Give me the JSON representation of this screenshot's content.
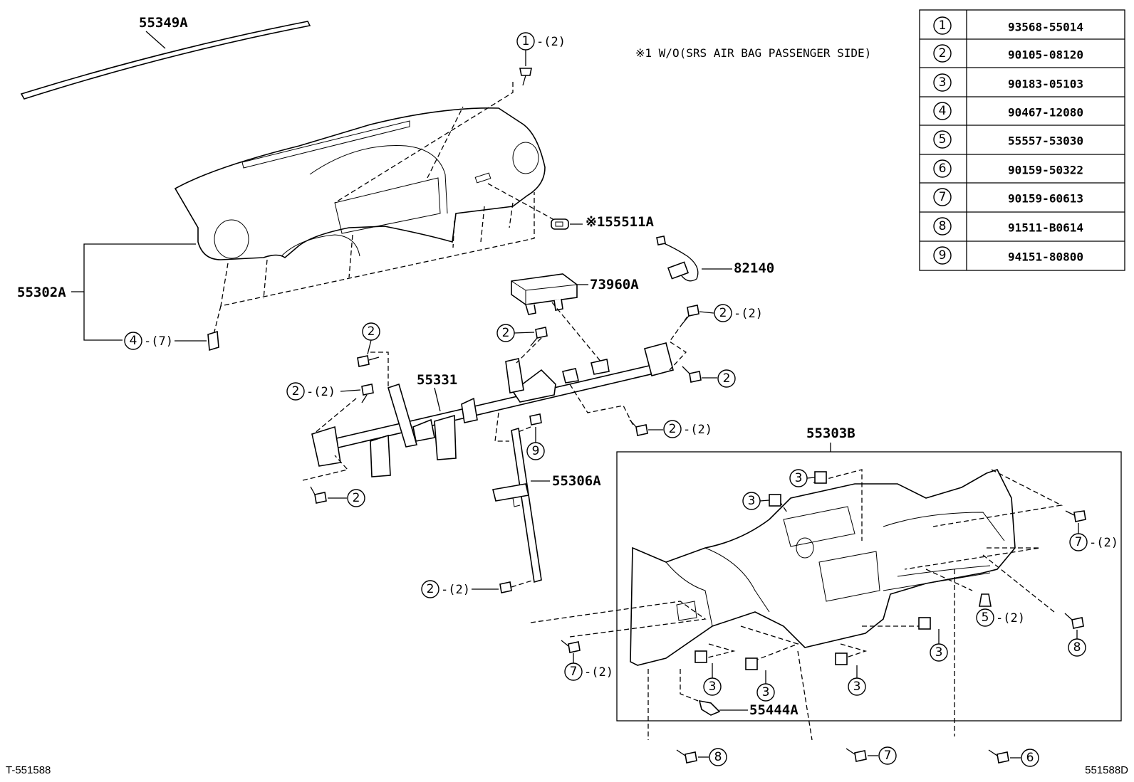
{
  "note": "※1 W/O(SRS AIR BAG PASSENGER SIDE)",
  "parts": {
    "p55349A": "55349A",
    "p55302A": "55302A",
    "p55511A": "※155511A",
    "p82140": "82140",
    "p73960A": "73960A",
    "p55331": "55331",
    "p55306A": "55306A",
    "p55303B": "55303B",
    "p55444A": "55444A"
  },
  "callouts": [
    {
      "num": "1",
      "qty": "-(2)"
    },
    {
      "num": "4",
      "qty": "-(7)"
    },
    {
      "num": "2",
      "qty": ""
    },
    {
      "num": "2",
      "qty": "-(2)"
    },
    {
      "num": "2",
      "qty": ""
    },
    {
      "num": "2",
      "qty": "-(2)"
    },
    {
      "num": "2",
      "qty": ""
    },
    {
      "num": "2",
      "qty": "-(2)"
    },
    {
      "num": "2",
      "qty": ""
    },
    {
      "num": "9",
      "qty": ""
    },
    {
      "num": "2",
      "qty": "-(2)"
    },
    {
      "num": "3",
      "qty": ""
    },
    {
      "num": "3",
      "qty": ""
    },
    {
      "num": "7",
      "qty": "-(2)"
    },
    {
      "num": "5",
      "qty": "-(2)"
    },
    {
      "num": "8",
      "qty": ""
    },
    {
      "num": "3",
      "qty": ""
    },
    {
      "num": "7",
      "qty": "-(2)"
    },
    {
      "num": "3",
      "qty": ""
    },
    {
      "num": "3",
      "qty": ""
    },
    {
      "num": "3",
      "qty": ""
    },
    {
      "num": "8",
      "qty": ""
    },
    {
      "num": "7",
      "qty": ""
    },
    {
      "num": "6",
      "qty": ""
    }
  ],
  "table": [
    {
      "num": "1",
      "part": "93568-55014"
    },
    {
      "num": "2",
      "part": "90105-08120"
    },
    {
      "num": "3",
      "part": "90183-05103"
    },
    {
      "num": "4",
      "part": "90467-12080"
    },
    {
      "num": "5",
      "part": "55557-53030"
    },
    {
      "num": "6",
      "part": "90159-50322"
    },
    {
      "num": "7",
      "part": "90159-60613"
    },
    {
      "num": "8",
      "part": "91511-B0614"
    },
    {
      "num": "9",
      "part": "94151-80800"
    }
  ],
  "footer": {
    "left": "T-551588",
    "right": "551588D"
  }
}
